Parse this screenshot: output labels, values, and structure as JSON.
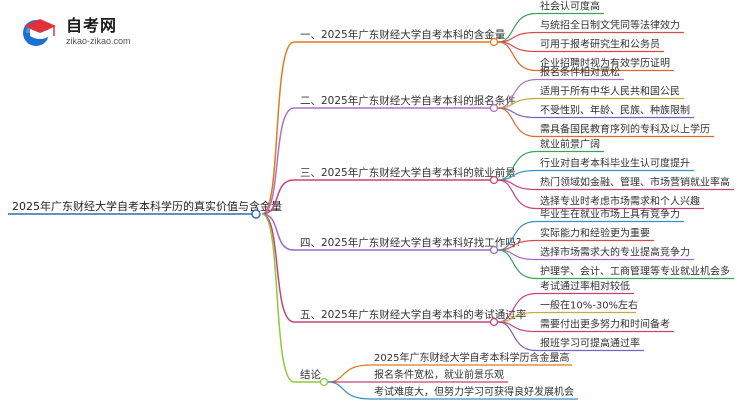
{
  "logo": {
    "title": "自考网",
    "subtitle": "zikao-zikao.com",
    "colors": {
      "blue": "#1d6fd8",
      "red": "#e0313a"
    }
  },
  "root": {
    "label": "2025年广东财经大学自考本科学历的真实价值与含金量",
    "color": "#2f6db3"
  },
  "branches": [
    {
      "label": "一、2025年广东财经大学自考本科的含金量",
      "color": "#e07b1a",
      "children": [
        "社会认可度高",
        "与统招全日制文凭同等法律效力",
        "可用于报考研究生和公务员",
        "企业招聘时视为有效学历证明"
      ],
      "child_colors": [
        "#3aa35a",
        "#d84a4a",
        "#d84a4a",
        "#d86a2a"
      ]
    },
    {
      "label": "二、2025年广东财经大学自考本科的报名条件",
      "color": "#b06fc8",
      "children": [
        "报名条件相对宽松",
        "适用于所有中华人民共和国公民",
        "不受性别、年龄、民族、种族限制",
        "需具备国民教育序列的专科及以上学历"
      ],
      "child_colors": [
        "#b06fc8",
        "#c9a93a",
        "#7a5fc8",
        "#d86a2a"
      ]
    },
    {
      "label": "三、2025年广东财经大学自考本科的就业前景",
      "color": "#c8427a",
      "children": [
        "就业前景广阔",
        "行业对自考本科毕业生认可度提升",
        "热门领域如金融、管理、市场营销就业率高",
        "选择专业时考虑市场需求和个人兴趣"
      ],
      "child_colors": [
        "#3aa35a",
        "#3a8fc8",
        "#c8427a",
        "#c8427a"
      ]
    },
    {
      "label": "四、2025年广东财经大学自考本科好找工作吗?",
      "color": "#9a6ac8",
      "children": [
        "毕业生在就业市场上具有竞争力",
        "实际能力和经验更为重要",
        "选择市场需求大的专业提高竞争力",
        "护理学、会计、工商管理等专业就业机会多"
      ],
      "child_colors": [
        "#3a8fc8",
        "#d84a4a",
        "#9a6ac8",
        "#3aa35a"
      ]
    },
    {
      "label": "五、2025年广东财经大学自考本科的考试通过率",
      "color": "#c8427a",
      "children": [
        "考试通过率相对较低",
        "一般在10%-30%左右",
        "需要付出更多努力和时间备考",
        "报班学习可提高通过率"
      ],
      "child_colors": [
        "#c8427a",
        "#c9a93a",
        "#c8427a",
        "#7a5fc8"
      ]
    },
    {
      "label": "结论",
      "color": "#8fc83a",
      "children": [
        "2025年广东财经大学自考本科学历含金量高",
        "报名条件宽松，就业前景乐观",
        "考试难度大，但努力学习可获得良好发展机会"
      ],
      "child_colors": [
        "#e07b1a",
        "#c8427a",
        "#3a8fc8"
      ]
    }
  ]
}
